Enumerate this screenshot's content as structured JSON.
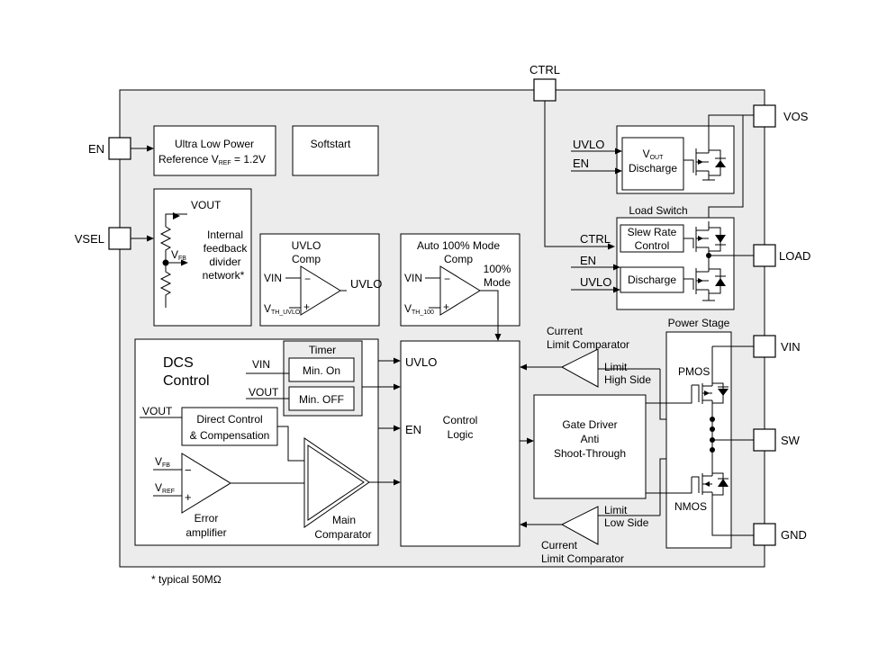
{
  "pins": {
    "ctrl": "CTRL",
    "en": "EN",
    "vsel": "VSEL",
    "vos": "VOS",
    "load": "LOAD",
    "vin": "VIN",
    "sw": "SW",
    "gnd": "GND"
  },
  "blocks": {
    "reference": {
      "line1": "Ultra Low Power",
      "line2a": "Reference V",
      "line2_sub": "REF",
      "line2b": " = 1.2V"
    },
    "softstart": "Softstart",
    "feedback": {
      "vout": "VOUT",
      "vfb": "V",
      "vfb_sub": "FB",
      "line1": "Internal",
      "line2": "feedback",
      "line3": "divider",
      "line4": "network*"
    },
    "uvlo_comp": {
      "title1": "UVLO",
      "title2": "Comp",
      "vin": "VIN",
      "vth": "V",
      "vth_sub": "TH_UVLO",
      "out": "UVLO",
      "minus": "−",
      "plus": "+"
    },
    "auto100": {
      "title1": "Auto 100% Mode",
      "title2": "Comp",
      "vin": "VIN",
      "vth": "V",
      "vth_sub": "TH_100",
      "out1": "100%",
      "out2": "Mode",
      "minus": "−",
      "plus": "+"
    },
    "dcs": {
      "title1": "DCS",
      "title2": "Control",
      "timer": "Timer",
      "vin": "VIN",
      "vout": "VOUT",
      "min_on": "Min. On",
      "min_off": "Min. OFF",
      "vout2": "VOUT",
      "direct1": "Direct Control",
      "direct2": "& Compensation",
      "vfb": "V",
      "vfb_sub": "FB",
      "vref": "V",
      "vref_sub": "REF",
      "minus": "−",
      "plus": "+",
      "err1": "Error",
      "err2": "amplifier",
      "main1": "Main",
      "main2": "Comparator"
    },
    "control_logic": {
      "uvlo": "UVLO",
      "en": "EN",
      "title1": "Control",
      "title2": "Logic"
    },
    "gate_driver": {
      "line1": "Gate Driver",
      "line2": "Anti",
      "line3": "Shoot-Through"
    },
    "current_limit_hs": {
      "line1": "Current",
      "line2": "Limit Comparator",
      "limit": "Limit",
      "side": "High Side"
    },
    "current_limit_ls": {
      "line1": "Current",
      "line2": "Limit Comparator",
      "limit": "Limit",
      "side": "Low Side"
    },
    "power_stage": {
      "title": "Power Stage",
      "pmos": "PMOS",
      "nmos": "NMOS"
    },
    "vout_discharge": {
      "uvlo": "UVLO",
      "en": "EN",
      "v": "V",
      "v_sub": "OUT",
      "discharge": "Discharge"
    },
    "load_switch": {
      "title": "Load Switch",
      "ctrl": "CTRL",
      "en": "EN",
      "uvlo": "UVLO",
      "slew1": "Slew Rate",
      "slew2": "Control",
      "discharge": "Discharge"
    }
  },
  "footnote": "* typical 50MΩ"
}
